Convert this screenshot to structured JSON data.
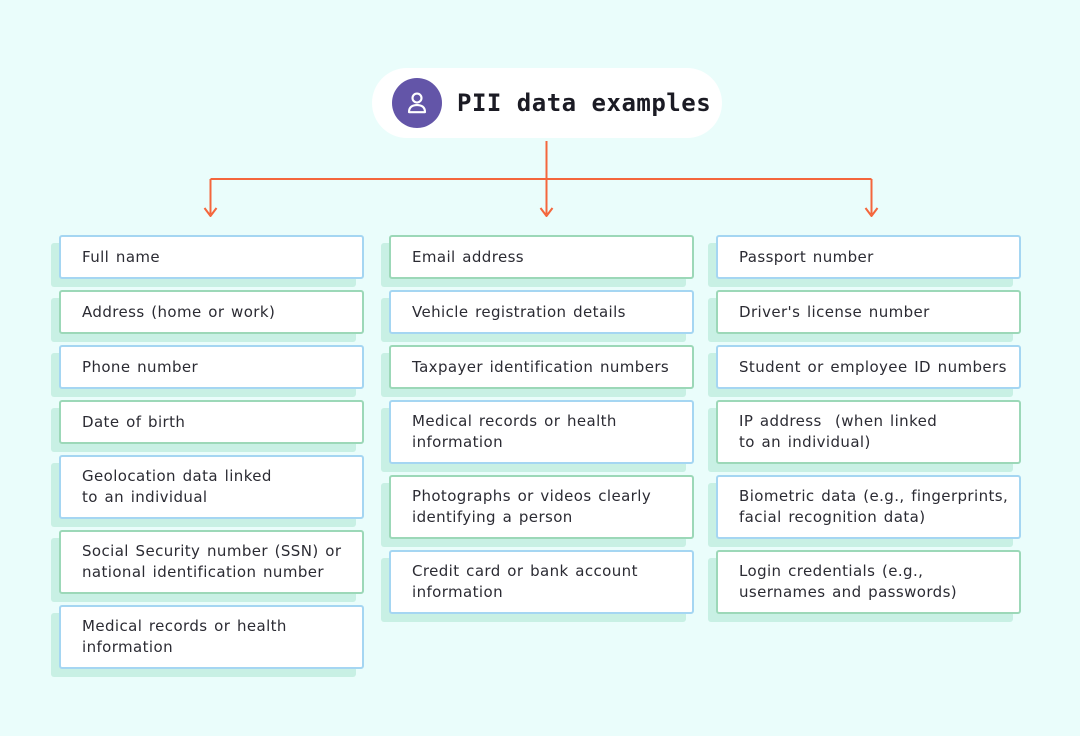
{
  "header": {
    "title": "PII data examples",
    "icon": "person-icon"
  },
  "colors": {
    "background": "#EAFDFB",
    "badge_background": "#FFFFFF",
    "icon_circle_purple": "#6355A8",
    "arrow_orange": "#F4663C",
    "border_blue": "#A5D6F2",
    "border_green": "#9CD8B8",
    "box_shadow_mint": "#C8F0E4",
    "text": "#2B2B33"
  },
  "columns": [
    {
      "items": [
        {
          "label": "Full name",
          "accent": "blue"
        },
        {
          "label": "Address (home or work)",
          "accent": "green"
        },
        {
          "label": "Phone number",
          "accent": "blue"
        },
        {
          "label": "Date of birth",
          "accent": "green"
        },
        {
          "label": "Geolocation data linked\nto an individual",
          "accent": "blue"
        },
        {
          "label": "Social Security number (SSN) or\nnational identification number",
          "accent": "green"
        },
        {
          "label": "Medical records or health\ninformation",
          "accent": "blue"
        }
      ]
    },
    {
      "items": [
        {
          "label": "Email address",
          "accent": "green"
        },
        {
          "label": "Vehicle registration details",
          "accent": "blue"
        },
        {
          "label": "Taxpayer identification numbers",
          "accent": "green"
        },
        {
          "label": "Medical records or health\ninformation",
          "accent": "blue"
        },
        {
          "label": "Photographs or videos clearly\nidentifying a person",
          "accent": "green"
        },
        {
          "label": "Credit card or bank account\ninformation",
          "accent": "blue"
        }
      ]
    },
    {
      "items": [
        {
          "label": "Passport number",
          "accent": "blue"
        },
        {
          "label": "Driver's license number",
          "accent": "green"
        },
        {
          "label": "Student or employee ID numbers",
          "accent": "blue"
        },
        {
          "label": "IP address  (when linked\nto an individual)",
          "accent": "green"
        },
        {
          "label": "Biometric data (e.g., fingerprints,\nfacial recognition data)",
          "accent": "blue"
        },
        {
          "label": "Login credentials (e.g.,\nusernames and passwords)",
          "accent": "green"
        }
      ]
    }
  ]
}
